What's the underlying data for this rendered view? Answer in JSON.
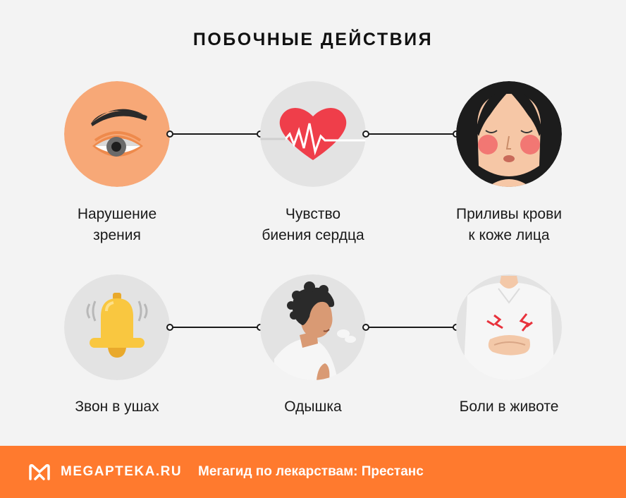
{
  "title": "ПОБОЧНЫЕ ДЕЙСТВИЯ",
  "effects": [
    {
      "line1": "Нарушение",
      "line2": "зрения",
      "icon": "eye-icon"
    },
    {
      "line1": "Чувство",
      "line2": "биения сердца",
      "icon": "heartbeat-icon"
    },
    {
      "line1": "Приливы крови",
      "line2": "к коже лица",
      "icon": "flushed-face-icon"
    },
    {
      "line1": "Звон в ушах",
      "line2": "",
      "icon": "bell-icon"
    },
    {
      "line1": "Одышка",
      "line2": "",
      "icon": "shortness-of-breath-icon"
    },
    {
      "line1": "Боли в животе",
      "line2": "",
      "icon": "stomach-pain-icon"
    }
  ],
  "footer": {
    "brand": "MEGAPTEKA.RU",
    "tagline": "Мегагид по лекарствам: Престанс",
    "icon": "megapteka-logo-icon"
  },
  "colors": {
    "background": "#f3f3f3",
    "footer": "#ff7a2e",
    "eye_circle": "#f7a877",
    "icon_circle": "#e3e3e3",
    "heart": "#ef3e4a",
    "bell": "#f9c740",
    "pain": "#e8323c"
  }
}
